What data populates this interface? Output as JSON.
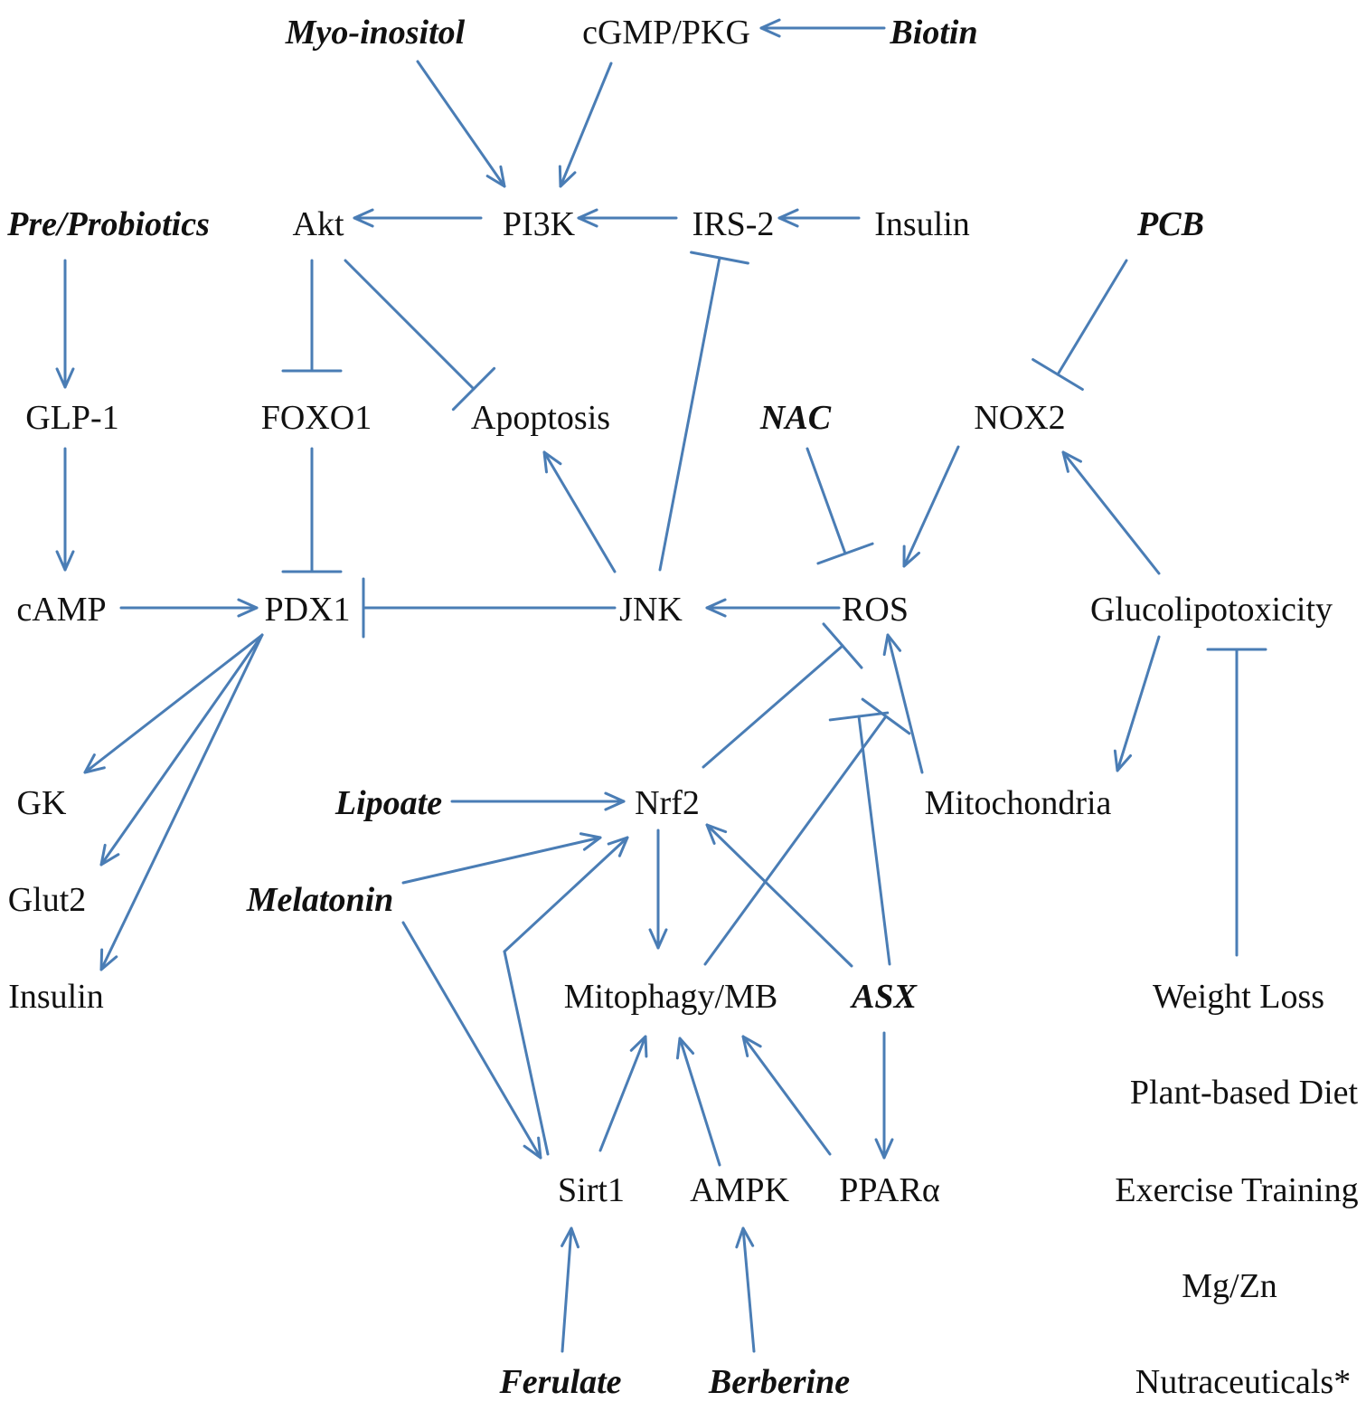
{
  "colors": {
    "edge": "#4A7DB5",
    "text": "#111111",
    "background": "#ffffff"
  },
  "nodes": {
    "myo_inositol": "Myo-inositol",
    "cgmp_pkg": "cGMP/PKG",
    "biotin": "Biotin",
    "pre_probiotics": "Pre/Probiotics",
    "akt": "Akt",
    "pi3k": "PI3K",
    "irs2": "IRS-2",
    "insulin_top": "Insulin",
    "pcb": "PCB",
    "glp1": "GLP-1",
    "foxo1": "FOXO1",
    "apoptosis": "Apoptosis",
    "nac": "NAC",
    "nox2": "NOX2",
    "camp": "cAMP",
    "pdx1": "PDX1",
    "jnk": "JNK",
    "ros": "ROS",
    "glucolipotoxicity": "Glucolipotoxicity",
    "gk": "GK",
    "lipoate": "Lipoate",
    "nrf2": "Nrf2",
    "mitochondria": "Mitochondria",
    "glut2": "Glut2",
    "melatonin": "Melatonin",
    "insulin_bottom": "Insulin",
    "mitophagy_mb": "Mitophagy/MB",
    "asx": "ASX",
    "weight_loss": "Weight Loss",
    "plant_based_diet": "Plant-based Diet",
    "sirt1": "Sirt1",
    "ampk": "AMPK",
    "ppar_alpha": "PPARα",
    "exercise_training": "Exercise Training",
    "mg_zn": "Mg/Zn",
    "ferulate": "Ferulate",
    "berberine": "Berberine",
    "nutraceuticals": "Nutraceuticals*"
  },
  "edges": [
    {
      "from": "biotin",
      "to": "cgmp_pkg",
      "kind": "activation"
    },
    {
      "from": "myo_inositol",
      "to": "pi3k",
      "kind": "activation"
    },
    {
      "from": "cgmp_pkg",
      "to": "pi3k",
      "kind": "activation"
    },
    {
      "from": "pi3k",
      "to": "akt",
      "kind": "activation"
    },
    {
      "from": "irs2",
      "to": "pi3k",
      "kind": "activation"
    },
    {
      "from": "insulin_top",
      "to": "irs2",
      "kind": "activation"
    },
    {
      "from": "pre_probiotics",
      "to": "glp1",
      "kind": "activation"
    },
    {
      "from": "akt",
      "to": "foxo1",
      "kind": "inhibition"
    },
    {
      "from": "akt",
      "to": "apoptosis",
      "kind": "inhibition"
    },
    {
      "from": "jnk",
      "to": "irs2",
      "kind": "inhibition"
    },
    {
      "from": "pcb",
      "to": "nox2",
      "kind": "inhibition"
    },
    {
      "from": "glp1",
      "to": "camp",
      "kind": "activation"
    },
    {
      "from": "foxo1",
      "to": "pdx1",
      "kind": "inhibition"
    },
    {
      "from": "jnk",
      "to": "apoptosis",
      "kind": "activation"
    },
    {
      "from": "nac",
      "to": "ros",
      "kind": "inhibition"
    },
    {
      "from": "nox2",
      "to": "ros",
      "kind": "activation"
    },
    {
      "from": "glucolipotoxicity",
      "to": "nox2",
      "kind": "activation"
    },
    {
      "from": "camp",
      "to": "pdx1",
      "kind": "activation"
    },
    {
      "from": "jnk",
      "to": "pdx1",
      "kind": "inhibition"
    },
    {
      "from": "ros",
      "to": "jnk",
      "kind": "activation"
    },
    {
      "from": "pdx1",
      "to": "gk",
      "kind": "activation"
    },
    {
      "from": "pdx1",
      "to": "glut2",
      "kind": "activation"
    },
    {
      "from": "pdx1",
      "to": "insulin_bottom",
      "kind": "activation"
    },
    {
      "from": "nrf2",
      "to": "ros",
      "kind": "inhibition"
    },
    {
      "from": "mitophagy_mb",
      "to": "ros",
      "kind": "inhibition"
    },
    {
      "from": "asx",
      "to": "ros",
      "kind": "inhibition"
    },
    {
      "from": "mitochondria",
      "to": "ros",
      "kind": "activation"
    },
    {
      "from": "glucolipotoxicity",
      "to": "mitochondria",
      "kind": "activation"
    },
    {
      "from": "weight_loss",
      "to": "glucolipotoxicity",
      "kind": "inhibition"
    },
    {
      "from": "lipoate",
      "to": "nrf2",
      "kind": "activation"
    },
    {
      "from": "melatonin",
      "to": "nrf2",
      "kind": "activation"
    },
    {
      "from": "sirt1",
      "to": "nrf2",
      "kind": "activation"
    },
    {
      "from": "asx",
      "to": "nrf2",
      "kind": "activation"
    },
    {
      "from": "nrf2",
      "to": "mitophagy_mb",
      "kind": "activation"
    },
    {
      "from": "melatonin",
      "to": "sirt1",
      "kind": "activation"
    },
    {
      "from": "asx",
      "to": "ppar_alpha",
      "kind": "activation"
    },
    {
      "from": "sirt1",
      "to": "mitophagy_mb",
      "kind": "activation"
    },
    {
      "from": "ampk",
      "to": "mitophagy_mb",
      "kind": "activation"
    },
    {
      "from": "ppar_alpha",
      "to": "mitophagy_mb",
      "kind": "activation"
    },
    {
      "from": "ferulate",
      "to": "sirt1",
      "kind": "activation"
    },
    {
      "from": "berberine",
      "to": "ampk",
      "kind": "activation"
    }
  ]
}
